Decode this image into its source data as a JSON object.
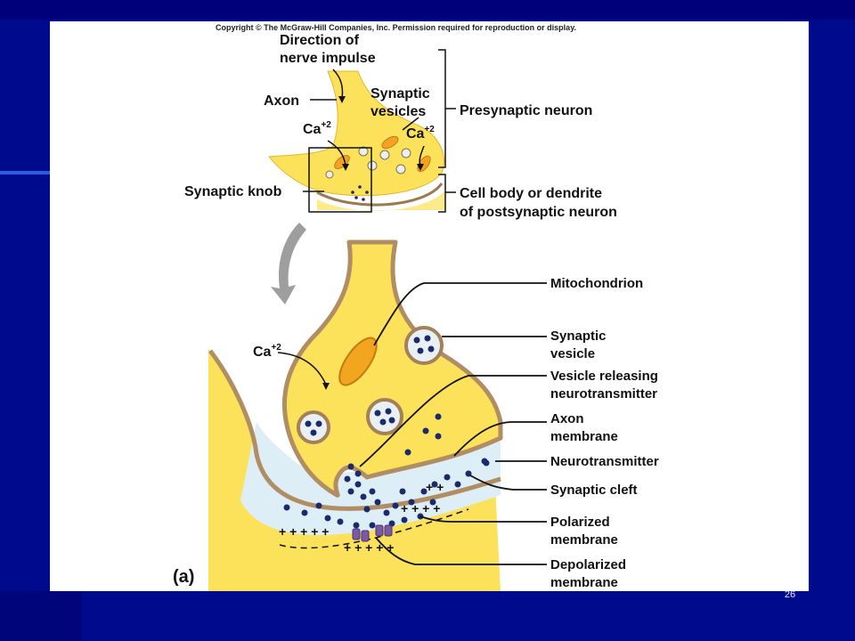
{
  "slide": {
    "number": "26"
  },
  "figure": {
    "copyright": "Copyright © The McGraw-Hill Companies, Inc. Permission required for reproduction or display.",
    "top": {
      "direction_line1": "Direction of",
      "direction_line2": "nerve impulse",
      "axon": "Axon",
      "synaptic_vesicles_line1": "Synaptic",
      "synaptic_vesicles_line2": "vesicles",
      "ca_left": "Ca",
      "ca_right": "Ca",
      "ca_superscript": "+2",
      "presynaptic_neuron": "Presynaptic neuron",
      "synaptic_knob": "Synaptic knob",
      "postsynaptic_line1": "Cell body or dendrite",
      "postsynaptic_line2": "of postsynaptic neuron"
    },
    "bottom": {
      "ca": "Ca",
      "ca_superscript": "+2",
      "mitochondrion": "Mitochondrion",
      "synaptic_vesicle_line1": "Synaptic",
      "synaptic_vesicle_line2": "vesicle",
      "vesicle_releasing_line1": "Vesicle releasing",
      "vesicle_releasing_line2": "neurotransmitter",
      "axon_membrane_line1": "Axon",
      "axon_membrane_line2": "membrane",
      "neurotransmitter": "Neurotransmitter",
      "synaptic_cleft": "Synaptic cleft",
      "polarized_line1": "Polarized",
      "polarized_line2": "membrane",
      "depolarized_line1": "Depolarized",
      "depolarized_line2": "membrane",
      "panel_label": "(a)"
    }
  }
}
